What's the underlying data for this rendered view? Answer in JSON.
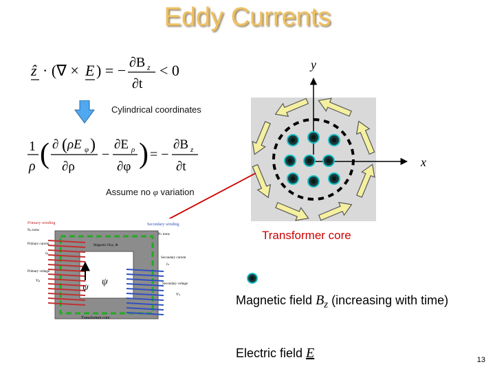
{
  "slide": {
    "title": "Eddy Currents",
    "page_number": "13"
  },
  "equations": {
    "eq1": "ẑ · (∇ × E) = − ∂B_z / ∂t < 0",
    "eq2": "(1/ρ)( ∂(ρE_φ)/∂ρ − ∂E_ρ/∂φ ) = − ∂B_z / ∂t"
  },
  "annotations": {
    "cylindrical": "Cylindrical coordinates",
    "assume_prefix": "Assume no ",
    "assume_symbol": "φ",
    "assume_suffix": " variation"
  },
  "field_diagram": {
    "y_axis": "y",
    "x_axis": "x",
    "core_label": "Transformer core"
  },
  "transformer_figure": {
    "primary_winding": "Primary winding",
    "np_turns": "Nₚ turns",
    "primary_current": "Primary current",
    "ip": "iₚ",
    "primary_voltage": "Primary voltage",
    "vp": "Vₚ",
    "secondary_winding": "Secondary winding",
    "ns_turns": "Nₛ turns",
    "secondary_current": "Secondary current",
    "is": "iₛ",
    "secondary_voltage": "Secondary voltage",
    "vs": "Vₛ",
    "magnetic_flux": "Magnetic Flux, Φ",
    "psi": "ψ",
    "transformer_core": "Transformer core"
  },
  "legend": {
    "magnetic_prefix": "Magnetic field ",
    "magnetic_symbol": "B",
    "magnetic_sub": "z",
    "magnetic_suffix": " (increasing with time)",
    "electric_prefix": "Electric field ",
    "electric_symbol": "E"
  },
  "colors": {
    "title": "#f0c060",
    "core_bg": "#d9d9d9",
    "dot": "#1a3a3a",
    "dot_ring": "#18c0c8",
    "arrow_fill": "#f4f0a0",
    "arrow_stroke": "#555555",
    "red_line": "#cc0000",
    "down_arrow": "#4fa8f0"
  }
}
